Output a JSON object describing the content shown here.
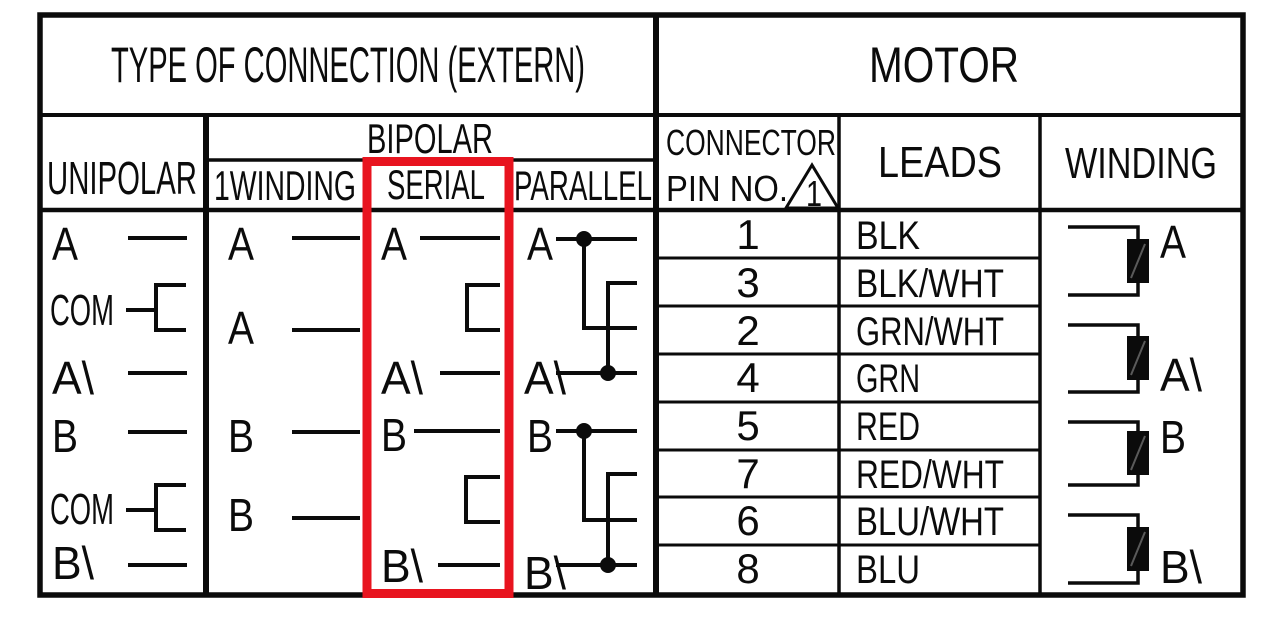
{
  "titles": {
    "connection": "TYPE OF CONNECTION (EXTERN)",
    "motor": "MOTOR"
  },
  "columns": {
    "unipolar": "UNIPOLAR",
    "bipolar": "BIPOLAR",
    "winding1": "1WINDING",
    "serial": "SERIAL",
    "parallel": "PARALLEL",
    "connector_line1": "CONNECTOR",
    "connector_line2": "PIN NO.",
    "connector_note_flag": "1",
    "leads": "LEADS",
    "winding": "WINDING"
  },
  "unipolar": {
    "a": "A",
    "com1": "COM",
    "abar": "A\\",
    "b": "B",
    "com2": "COM",
    "bbar": "B\\"
  },
  "one_winding": {
    "a1": "A",
    "a2": "A",
    "b1": "B",
    "b2": "B"
  },
  "serial": {
    "a": "A",
    "abar": "A\\",
    "b": "B",
    "bbar": "B\\"
  },
  "parallel": {
    "a": "A",
    "abar": "A\\",
    "b": "B",
    "bbar": "B\\"
  },
  "motor": {
    "rows": [
      {
        "pin": "1",
        "lead": "BLK"
      },
      {
        "pin": "3",
        "lead": "BLK/WHT"
      },
      {
        "pin": "2",
        "lead": "GRN/WHT"
      },
      {
        "pin": "4",
        "lead": "GRN"
      },
      {
        "pin": "5",
        "lead": "RED"
      },
      {
        "pin": "7",
        "lead": "RED/WHT"
      },
      {
        "pin": "6",
        "lead": "BLU/WHT"
      },
      {
        "pin": "8",
        "lead": "BLU"
      }
    ],
    "windings": [
      "A",
      "A\\",
      "B",
      "B\\"
    ]
  },
  "highlight": {
    "column": "SERIAL",
    "color": "#e8141f"
  }
}
